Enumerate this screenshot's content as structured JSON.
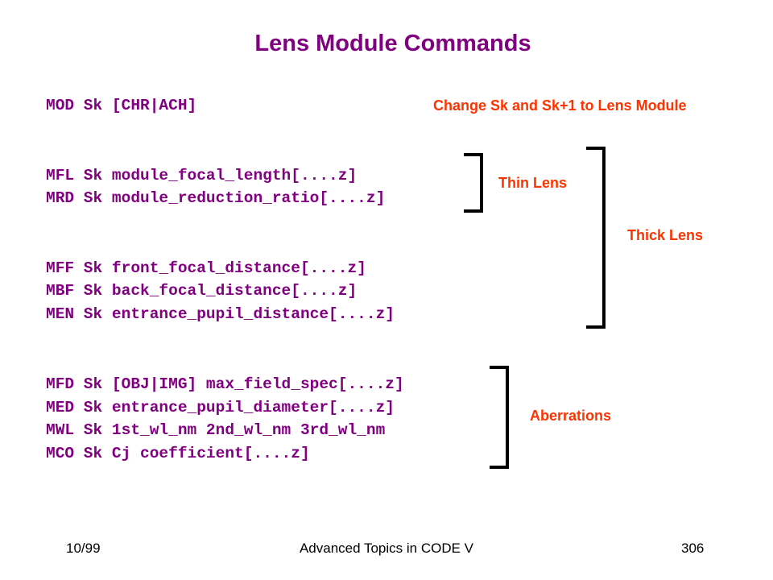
{
  "title": "Lens Module Commands",
  "commands": {
    "mod": "MOD Sk [CHR|ACH]",
    "mfl": "MFL Sk module_focal_length[....z]",
    "mrd": "MRD Sk module_reduction_ratio[....z]",
    "mff": "MFF Sk front_focal_distance[....z]",
    "mbf": "MBF Sk back_focal_distance[....z]",
    "men": "MEN Sk entrance_pupil_distance[....z]",
    "mfd": "MFD Sk [OBJ|IMG] max_field_spec[....z]",
    "med": "MED Sk entrance_pupil_diameter[....z]",
    "mwl": "MWL Sk 1st_wl_nm 2nd_wl_nm 3rd_wl_nm",
    "mco": "MCO Sk Cj coefficient[....z]"
  },
  "annotations": {
    "mod_note": "Change Sk and Sk+1 to Lens Module",
    "thin_lens": "Thin Lens",
    "thick_lens": "Thick Lens",
    "aberrations": "Aberrations"
  },
  "footer": {
    "date": "10/99",
    "course": "Advanced Topics in CODE V",
    "page_number": "306"
  },
  "colors": {
    "command_text": "#800080",
    "annotation_text": "#ff3300",
    "bracket": "#000000"
  }
}
